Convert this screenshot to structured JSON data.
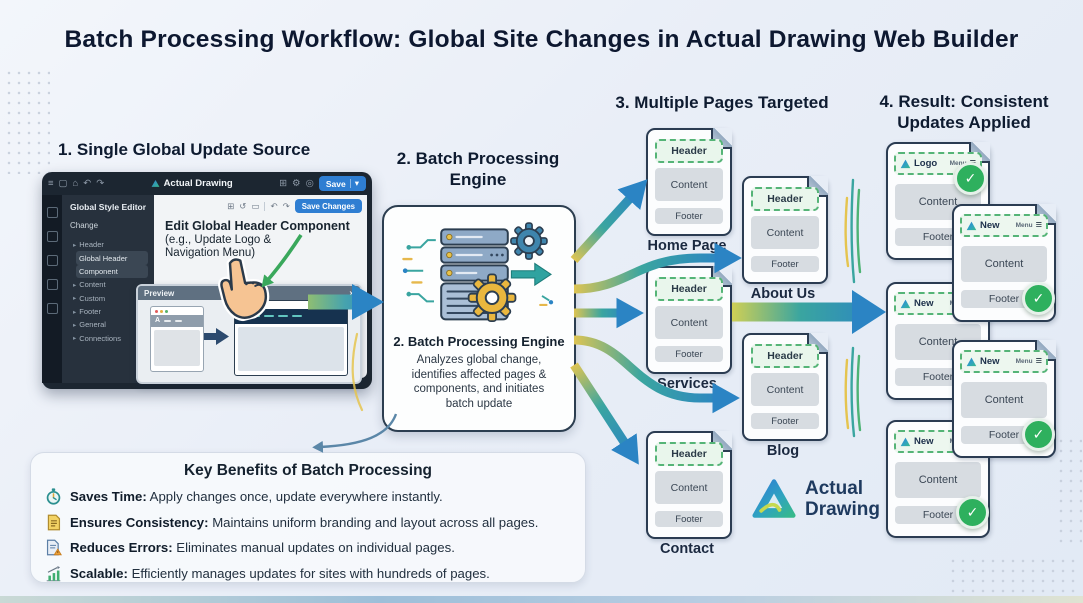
{
  "page_title": "Batch Processing Workflow: Global Site Changes in Actual Drawing Web Builder",
  "step1": {
    "heading": "1. Single Global Update Source",
    "editor": {
      "app_name": "Actual Drawing",
      "titlebar_save_label": "Save",
      "sidebar_title": "Global Style Editor",
      "sidebar_subtitle": "Change",
      "sidebar_items": [
        {
          "label": "Header"
        },
        {
          "label": "Global Header"
        },
        {
          "label": "Component"
        },
        {
          "label": "Content"
        },
        {
          "label": "Custom"
        },
        {
          "label": "Footer"
        },
        {
          "label": "General"
        },
        {
          "label": "Connections"
        }
      ],
      "toolbar_save_label": "Save Changes",
      "annotation_line1": "Edit Global Header Component",
      "annotation_line2": "(e.g., Update Logo &",
      "annotation_line3": "Navigation Menu)",
      "preview": {
        "title": "Preview",
        "old_logo": "A",
        "new_logo": "A"
      }
    }
  },
  "step2": {
    "heading_line1": "2. Batch Processing",
    "heading_line2": "Engine",
    "card_title": "2. Batch Processing Engine",
    "desc_line1": "Analyzes global change,",
    "desc_line2": "identifies affected pages &",
    "desc_line3": "components, and initiates",
    "desc_line4": "batch update"
  },
  "step3": {
    "heading": "3. Multiple Pages Targeted",
    "part_labels": {
      "header": "Header",
      "content": "Content",
      "footer": "Footer"
    },
    "pages": [
      {
        "name": "Home Page"
      },
      {
        "name": "About Us"
      },
      {
        "name": "Services"
      },
      {
        "name": "Blog"
      },
      {
        "name": "Contact"
      }
    ]
  },
  "step4": {
    "heading_line1": "4. Result: Consistent",
    "heading_line2": "Updates Applied",
    "part_labels": {
      "content": "Content",
      "footer": "Footer"
    },
    "cards": [
      {
        "logo_label": "Logo",
        "menu_label": "Menu"
      },
      {
        "logo_label": "New",
        "menu_label": "Menu"
      },
      {
        "logo_label": "New",
        "menu_label": "Menu"
      },
      {
        "logo_label": "New",
        "menu_label": "Menu"
      },
      {
        "logo_label": "New",
        "menu_label": "Menu"
      }
    ]
  },
  "benefits": {
    "title": "Key Benefits of Batch Processing",
    "items": [
      {
        "icon": "stopwatch-icon",
        "label": "Saves Time:",
        "text": "Apply changes once, update everywhere instantly."
      },
      {
        "icon": "document-icon",
        "label": "Ensures Consistency:",
        "text": "Maintains uniform branding and layout across all pages."
      },
      {
        "icon": "document-warning-icon",
        "label": "Reduces Errors:",
        "text": "Eliminates manual updates on individual pages."
      },
      {
        "icon": "growth-chart-icon",
        "label": "Scalable:",
        "text": "Efficiently manages updates for sites with hundreds of pages."
      }
    ]
  },
  "brand": {
    "line1": "Actual",
    "line2": "Drawing"
  },
  "icons": {
    "check": "✓",
    "hamburger": "≡",
    "caret_down": "▾",
    "caret_right": "▸",
    "close": "×",
    "menu": "≡",
    "window": "▢",
    "home": "⌂",
    "undo": "↶",
    "redo": "↷",
    "grid": "⊞",
    "gear": "⚙",
    "bell": "◎",
    "refresh": "↺",
    "frame": "▭"
  },
  "colors": {
    "accent_blue": "#2b84c4",
    "accent_teal": "#3aa5a0",
    "accent_green": "#2eb05e",
    "accent_yellow": "#e5c44f",
    "navy": "#0d1830"
  }
}
